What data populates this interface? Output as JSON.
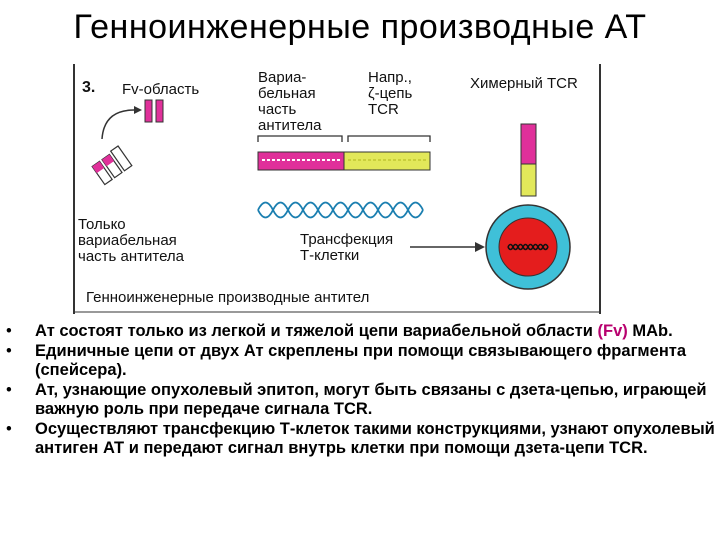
{
  "title": "Генноинженерные производные АТ",
  "figure": {
    "panel_number": "3.",
    "fv_label": "Fv-область",
    "variable_part_lines": [
      "Вариа-",
      "бельная",
      "часть",
      "антитела"
    ],
    "zeta_lines": [
      "Напр.,",
      "ζ-цепь",
      "TCR"
    ],
    "chimeric_label": "Химерный TCR",
    "only_variable_lines": [
      "Только",
      "вариабельная",
      "часть антитела"
    ],
    "transfection_lines": [
      "Трансфекция",
      "Т-клетки"
    ],
    "caption": "Генноинженерные производные антител",
    "colors": {
      "magenta": "#e0309a",
      "yellow": "#e2e85a",
      "cyan": "#3fc0d8",
      "red": "#e41d1d",
      "dna": "#1b7fb0"
    }
  },
  "bullets": [
    {
      "pre": "Ат состоят только из легкой и тяжелой цепи вариабельной области ",
      "fv": "(Fv)",
      "post": " MAb."
    },
    {
      "text": "Единичные цепи от двух Ат скреплены при помощи связывающего фрагмента (спейсера)."
    },
    {
      "text": "Ат, узнающие опухолевый эпитоп, могут быть связаны с дзета-цепью, играющей важную роль при передаче сигнала TCR."
    },
    {
      "text": "Осуществляют трансфекцию Т-клеток такими конструкциями, узнают опухолевый антиген АТ и передают сигнал внутрь клетки при помощи дзета-цепи TCR."
    }
  ],
  "bullet_marker": "•"
}
